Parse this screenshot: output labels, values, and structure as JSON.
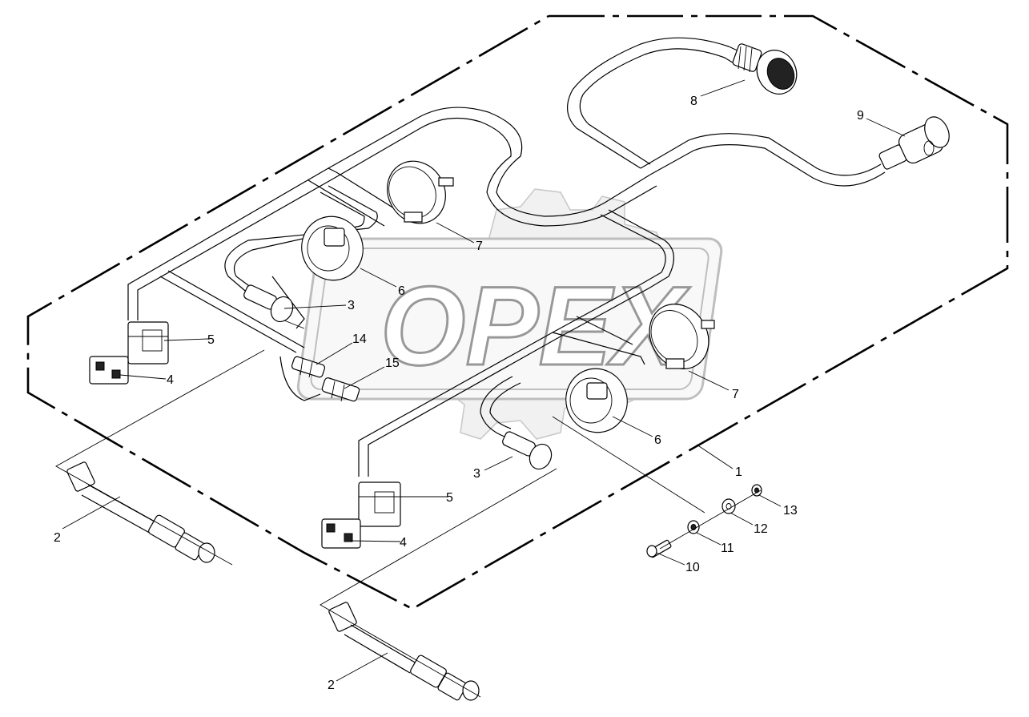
{
  "watermark": {
    "text": "OPEX"
  },
  "callouts": [
    {
      "id": "c1a",
      "label": "1"
    },
    {
      "id": "c2a",
      "label": "2"
    },
    {
      "id": "c2b",
      "label": "2"
    },
    {
      "id": "c3a",
      "label": "3"
    },
    {
      "id": "c3b",
      "label": "3"
    },
    {
      "id": "c4a",
      "label": "4"
    },
    {
      "id": "c4b",
      "label": "4"
    },
    {
      "id": "c5a",
      "label": "5"
    },
    {
      "id": "c5b",
      "label": "5"
    },
    {
      "id": "c6a",
      "label": "6"
    },
    {
      "id": "c6b",
      "label": "6"
    },
    {
      "id": "c7a",
      "label": "7"
    },
    {
      "id": "c7b",
      "label": "7"
    },
    {
      "id": "c8",
      "label": "8"
    },
    {
      "id": "c9",
      "label": "9"
    },
    {
      "id": "c10",
      "label": "10"
    },
    {
      "id": "c11",
      "label": "11"
    },
    {
      "id": "c12",
      "label": "12"
    },
    {
      "id": "c13",
      "label": "13"
    },
    {
      "id": "c14",
      "label": "14"
    },
    {
      "id": "c15",
      "label": "15"
    }
  ],
  "colors": {
    "line": "#000000",
    "watermark": "#cfcfcf",
    "background": "#ffffff"
  }
}
